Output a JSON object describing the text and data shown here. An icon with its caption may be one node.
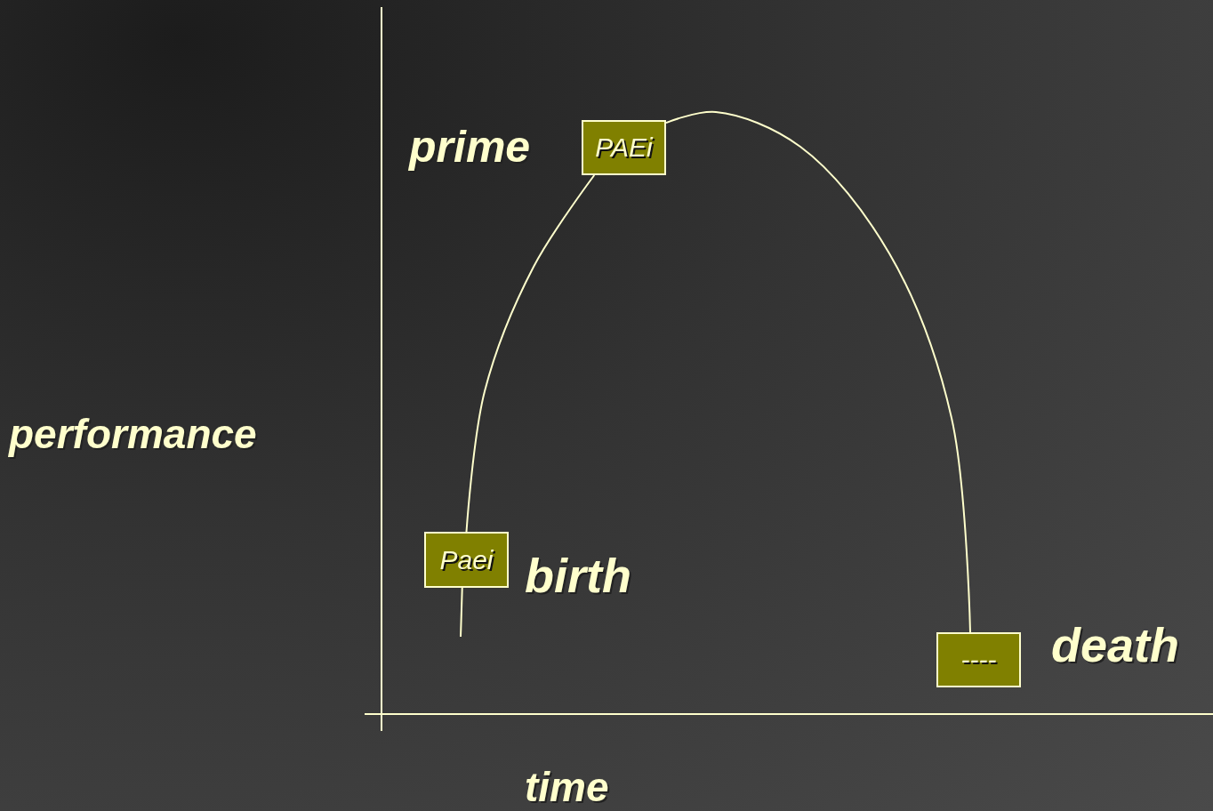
{
  "diagram": {
    "nodes": [
      {
        "text": [
          "Paei"
        ],
        "beside": [
          "birth"
        ]
      },
      {
        "text": [
          "PAEi"
        ],
        "beside": [
          "prime"
        ]
      },
      {
        "text": [
          "----"
        ],
        "beside": [
          "death"
        ]
      }
    ],
    "edges": [
      {
        "from": null,
        "to": 0,
        "arrow": "none"
      },
      {
        "from": 0,
        "to": 1,
        "arrow": "none"
      },
      {
        "from": 1,
        "to": 2,
        "arrow": "none"
      }
    ],
    "labels": [
      "performance",
      "time"
    ]
  }
}
